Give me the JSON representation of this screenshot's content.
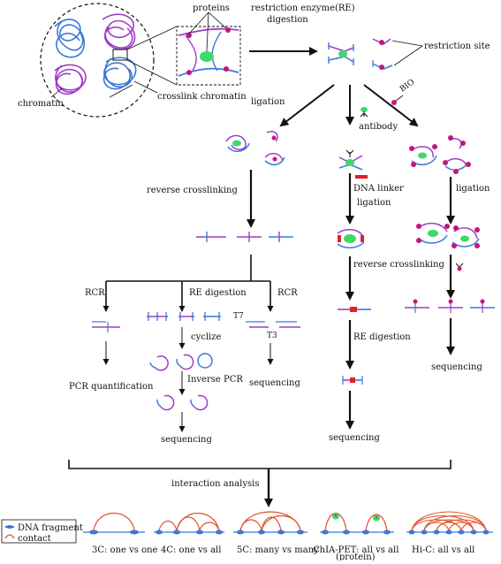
{
  "colors": {
    "blue": "#3b78d8",
    "purple": "#a03cc8",
    "green": "#3fd86a",
    "magenta": "#c0177a",
    "red": "#e32028",
    "arc": "#e0502a",
    "dark": "#111111"
  },
  "labels": {
    "proteins": "proteins",
    "chromatin": "chromatin",
    "crosslink": "crosslink chromatin",
    "re_digestion_1": "restriction enzyme(RE)",
    "re_digestion_2": "digestion",
    "restriction_site": "restriction site",
    "ligation_left": "ligation",
    "antibody": "antibody",
    "bio": "BIO",
    "reverse_crosslinking_left": "reverse crosslinking",
    "dna_linker": "DNA linker",
    "ligation_mid": "ligation",
    "ligation_right": "ligation",
    "reverse_crosslinking_mid": "reverse crosslinking",
    "rcr_left": "RCR",
    "re_digestion_branch": "RE digestion",
    "rcr_right": "RCR",
    "t7": "T7",
    "t3": "T3",
    "cyclize": "cyclize",
    "inverse_pcr": "Inverse PCR",
    "re_digestion_mid": "RE digestion",
    "pcr_quant": "PCR quantification",
    "sequencing_right_branch": "sequencing",
    "sequencing_inverse": "sequencing",
    "sequencing_mid": "sequencing",
    "sequencing_right": "sequencing",
    "interaction_analysis": "interaction analysis"
  },
  "legend": {
    "dna_fragment": "DNA fragment",
    "contact": "contact"
  },
  "methods": [
    {
      "line1": "3C: one vs one",
      "line2": ""
    },
    {
      "line1": "4C: one vs all",
      "line2": ""
    },
    {
      "line1": "5C: many vs many",
      "line2": ""
    },
    {
      "line1": "ChIA-PET: all vs all",
      "line2": "(protein)"
    },
    {
      "line1": "Hi-C: all vs all",
      "line2": ""
    }
  ]
}
